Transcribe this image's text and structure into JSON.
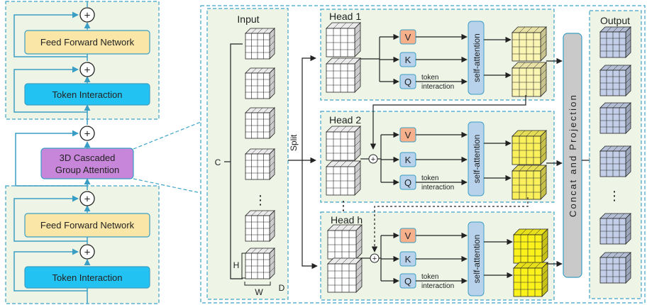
{
  "left_block": {
    "plus": "+",
    "ffn_label": "Feed Forward Network",
    "token_interaction_label": "Token Interaction",
    "cga_line1": "3D Cascaded",
    "cga_line2": "Group Attention"
  },
  "input_panel": {
    "title": "Input",
    "split_label": "Split",
    "c_label": "C",
    "h_label": "H",
    "w_label": "W",
    "d_label": "D",
    "ellipsis": "⋮"
  },
  "heads": [
    {
      "title": "Head 1"
    },
    {
      "title": "Head 2"
    },
    {
      "title": "Head h"
    }
  ],
  "head_common": {
    "v": "V",
    "k": "K",
    "q": "Q",
    "token": "token",
    "interaction": "interaction",
    "self_attention": "self-attention",
    "plus": "+"
  },
  "concat_label": "Concat and Projection",
  "output_panel": {
    "title": "Output",
    "ellipsis": "⋮"
  },
  "colors": {
    "panel_fill": "#eef4e6",
    "panel_border": "#3ea3c9",
    "ffn_fill": "#fae6a6",
    "token_fill": "#22c3f2",
    "cga_fill": "#c886db",
    "v_fill": "#f7b08c",
    "kq_fill": "#b8d2ec",
    "sa_fill": "#b8d2ec",
    "cube_light_yellow": "#fbf5b3",
    "cube_yellow": "#f9f05c",
    "cube_bright_yellow": "#fbf21c",
    "cube_blue": "#c3cfe8",
    "concat_fill": "#c9c9c9",
    "arrow": "#222222",
    "connector": "#3a9ec4"
  }
}
